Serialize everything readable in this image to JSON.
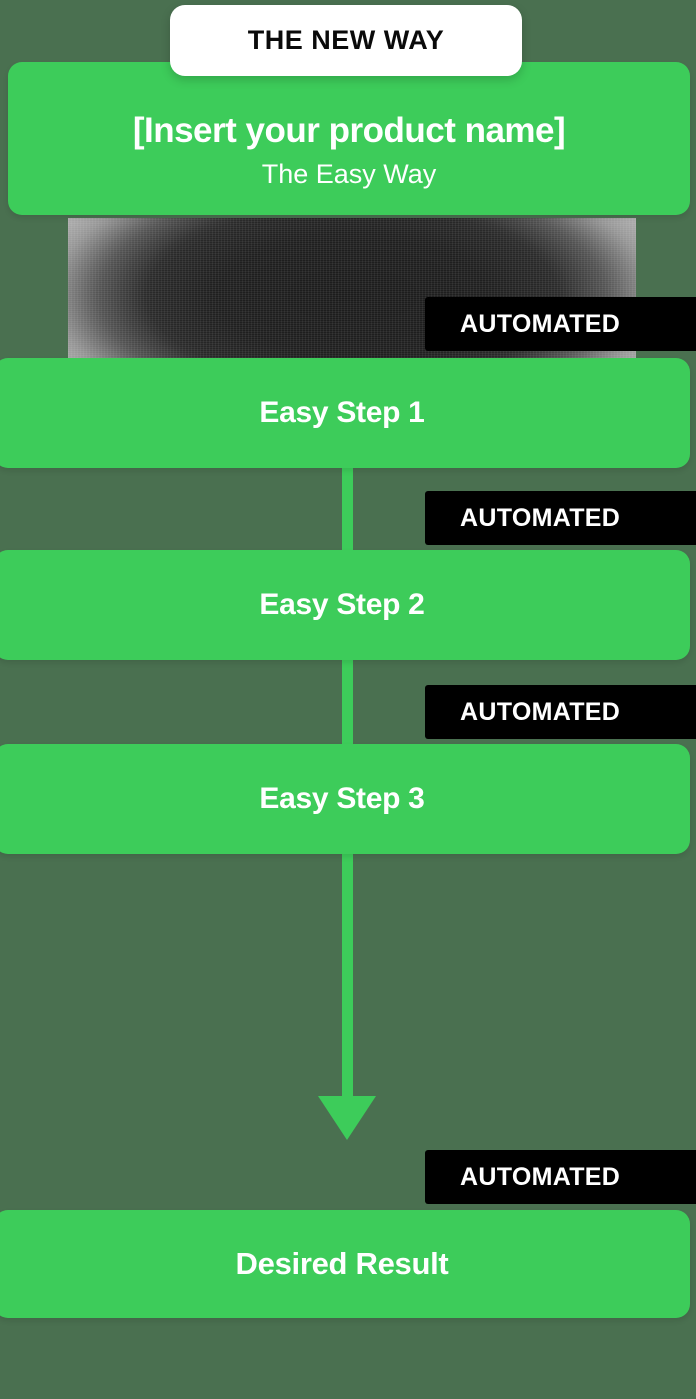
{
  "theme": {
    "background": "#4a7050",
    "accent_green": "#3dcc5a",
    "badge_black": "#000000",
    "pill_white": "#ffffff",
    "text_white": "#ffffff"
  },
  "header": {
    "pill_label": "THE NEW WAY",
    "title": "[Insert your product name]",
    "subtitle": "The Easy Way"
  },
  "badges": {
    "automated_1": "AUTOMATED",
    "automated_2": "AUTOMATED",
    "automated_3": "AUTOMATED",
    "automated_4": "AUTOMATED"
  },
  "steps": [
    {
      "label": "Easy Step 1"
    },
    {
      "label": "Easy Step 2"
    },
    {
      "label": "Easy Step 3"
    }
  ],
  "result": {
    "label": "Desired Result"
  }
}
